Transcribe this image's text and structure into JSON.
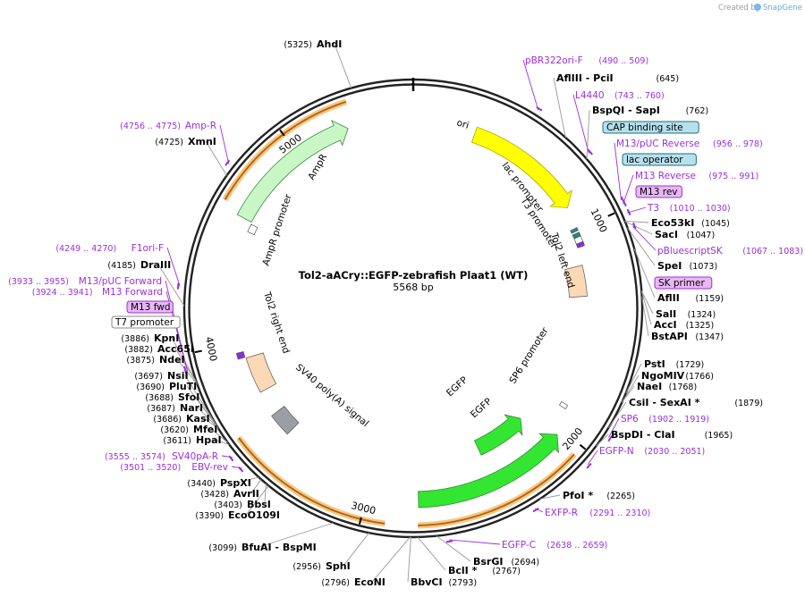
{
  "plasmid": {
    "name": "Tol2-aACry::EGFP-zebrafish Plaat1 (WT)",
    "length": "5568 bp",
    "length_bp": 5568
  },
  "credit": {
    "prefix": "Created by",
    "brand": "SnapGene"
  },
  "ticks": [
    {
      "bp": 1000,
      "label": "1000"
    },
    {
      "bp": 2000,
      "label": "2000"
    },
    {
      "bp": 3000,
      "label": "3000"
    },
    {
      "bp": 4000,
      "label": "4000"
    },
    {
      "bp": 5000,
      "label": "5000"
    }
  ],
  "features": [
    {
      "name": "ori",
      "start": 300,
      "end": 880,
      "strand": 1,
      "color": "#ffff00",
      "kind": "arrow",
      "label": "ori"
    },
    {
      "name": "lac-promoter",
      "start": 1030,
      "end": 1060,
      "strand": -1,
      "color": "#ffffff",
      "kind": "small",
      "label": "lac promoter"
    },
    {
      "name": "cap-site",
      "start": 985,
      "end": 1000,
      "strand": 1,
      "color": "#3f7f8f",
      "kind": "box",
      "label": ""
    },
    {
      "name": "t3-promoter",
      "start": 1060,
      "end": 1075,
      "strand": -1,
      "color": "#ffffff",
      "kind": "small",
      "label": "T3 promoter"
    },
    {
      "name": "lac-operator",
      "start": 1010,
      "end": 1030,
      "strand": 1,
      "color": "#1e8a7a",
      "kind": "box",
      "label": ""
    },
    {
      "name": "m13rev-feature",
      "start": 1060,
      "end": 1080,
      "strand": -1,
      "color": "#8a2be2",
      "kind": "box",
      "label": ""
    },
    {
      "name": "tol2-left-end",
      "start": 1170,
      "end": 1330,
      "strand": 1,
      "color": "#fcd9b6",
      "kind": "box",
      "label": "Tol2 left end"
    },
    {
      "name": "sp6-promoter",
      "start": 1890,
      "end": 1910,
      "strand": 1,
      "color": "#ffffff",
      "kind": "small",
      "label": "SP6 promoter"
    },
    {
      "name": "egfp-outer",
      "start": 2030,
      "end": 2760,
      "strand": -1,
      "color": "#32e632",
      "kind": "arrow",
      "label": "EGFP"
    },
    {
      "name": "egfp-inner",
      "start": 2100,
      "end": 2400,
      "strand": -1,
      "color": "#32e632",
      "kind": "arrow",
      "label": "EGFP"
    },
    {
      "name": "sv40-polya",
      "start": 3480,
      "end": 3600,
      "strand": 1,
      "color": "#9a9fa5",
      "kind": "box",
      "label": "SV40 poly(A) signal"
    },
    {
      "name": "tol2-right-end",
      "start": 3730,
      "end": 3920,
      "strand": 1,
      "color": "#fcd9b6",
      "kind": "box",
      "label": "Tol2 right end"
    },
    {
      "name": "m13fwd-feature",
      "start": 3925,
      "end": 3955,
      "strand": 1,
      "color": "#8a2be2",
      "kind": "box",
      "label": ""
    },
    {
      "name": "ampr-promoter",
      "start": 4560,
      "end": 4600,
      "strand": 1,
      "color": "#ffffff",
      "kind": "small",
      "label": "AmpR promoter"
    },
    {
      "name": "ampr",
      "start": 4610,
      "end": 5260,
      "strand": 1,
      "color": "#c8f7c5",
      "kind": "arrow",
      "label": "AmpR"
    }
  ],
  "orange_arcs": [
    {
      "start": 4640,
      "end": 5290
    },
    {
      "start": 2045,
      "end": 2765
    },
    {
      "start": 2900,
      "end": 3610
    }
  ],
  "enzyme_labels": [
    {
      "pos": "(5325)",
      "name": "AhdI"
    },
    {
      "pos": "(645)",
      "name": "AflIII  -  PciI"
    },
    {
      "pos": "(762)",
      "name": "BspQI  -  SapI"
    },
    {
      "pos": "(1045)",
      "name": "Eco53kI"
    },
    {
      "pos": "(1047)",
      "name": "SacI"
    },
    {
      "pos": "(1073)",
      "name": "SpeI"
    },
    {
      "pos": "(1159)",
      "name": "AflII"
    },
    {
      "pos": "(1324)",
      "name": "SalI"
    },
    {
      "pos": "(1325)",
      "name": "AccI"
    },
    {
      "pos": "(1347)",
      "name": "BstAPI"
    },
    {
      "pos": "(1729)",
      "name": "PstI"
    },
    {
      "pos": "(1766)",
      "name": "NgoMIV"
    },
    {
      "pos": "(1768)",
      "name": "NaeI"
    },
    {
      "pos": "(1879)",
      "name": "CsiI  -  SexAI *"
    },
    {
      "pos": "(1965)",
      "name": "BspDI  -  ClaI"
    },
    {
      "pos": "(2265)",
      "name": "PfoI *"
    },
    {
      "pos": "(2694)",
      "name": "BsrGI"
    },
    {
      "pos": "(2767)",
      "name": "BclI *"
    },
    {
      "pos": "(2793)",
      "name": "BbvCI"
    },
    {
      "pos": "(2796)",
      "name": "EcoNI"
    },
    {
      "pos": "(2956)",
      "name": "SphI"
    },
    {
      "pos": "(3099)",
      "name": "BfuAI  -  BspMI"
    },
    {
      "pos": "(3390)",
      "name": "EcoO109I"
    },
    {
      "pos": "(3403)",
      "name": "BbsI"
    },
    {
      "pos": "(3428)",
      "name": "AvrII"
    },
    {
      "pos": "(3440)",
      "name": "PspXI"
    },
    {
      "pos": "(3611)",
      "name": "HpaI"
    },
    {
      "pos": "(3620)",
      "name": "MfeI"
    },
    {
      "pos": "(3686)",
      "name": "KasI"
    },
    {
      "pos": "(3687)",
      "name": "NarI"
    },
    {
      "pos": "(3688)",
      "name": "SfoI"
    },
    {
      "pos": "(3690)",
      "name": "PluTI"
    },
    {
      "pos": "(3697)",
      "name": "NsiI"
    },
    {
      "pos": "(3875)",
      "name": "NdeI"
    },
    {
      "pos": "(3882)",
      "name": "Acc65I"
    },
    {
      "pos": "(3886)",
      "name": "KpnI"
    },
    {
      "pos": "(4185)",
      "name": "DraIII"
    },
    {
      "pos": "(4725)",
      "name": "XmnI"
    }
  ],
  "primer_labels": [
    {
      "name": "pBR322ori-F",
      "range": "(490 .. 509)"
    },
    {
      "name": "L4440",
      "range": "(743 .. 760)"
    },
    {
      "name": "M13/pUC Reverse",
      "range": "(956 .. 978)"
    },
    {
      "name": "M13 Reverse",
      "range": "(975 .. 991)"
    },
    {
      "name": "T3",
      "range": "(1010 .. 1030)"
    },
    {
      "name": "pBluescriptSK",
      "range": "(1067 .. 1083)"
    },
    {
      "name": "SP6",
      "range": "(1902 .. 1919)"
    },
    {
      "name": "EGFP-N",
      "range": "(2030 .. 2051)"
    },
    {
      "name": "EXFP-R",
      "range": "(2291 .. 2310)"
    },
    {
      "name": "EGFP-C",
      "range": "(2638 .. 2659)"
    },
    {
      "name": "SV40pA-R",
      "range": "(3555 .. 3574)"
    },
    {
      "name": "EBV-rev",
      "range": "(3501 .. 3520)"
    },
    {
      "name": "M13 Forward",
      "range": "(3924 .. 3941)"
    },
    {
      "name": "M13/pUC Forward",
      "range": "(3933 .. 3955)"
    },
    {
      "name": "F1ori-F",
      "range": "(4249 .. 4270)"
    },
    {
      "name": "Amp-R",
      "range": "(4756 .. 4775)"
    }
  ],
  "boxed_labels": [
    {
      "name": "CAP binding site",
      "style": "teal"
    },
    {
      "name": "lac operator",
      "style": "teal"
    },
    {
      "name": "M13 rev",
      "style": "purple"
    },
    {
      "name": "SK primer",
      "style": "purple"
    },
    {
      "name": "M13 fwd",
      "style": "purple"
    },
    {
      "name": "T7 promoter",
      "style": "white"
    }
  ]
}
